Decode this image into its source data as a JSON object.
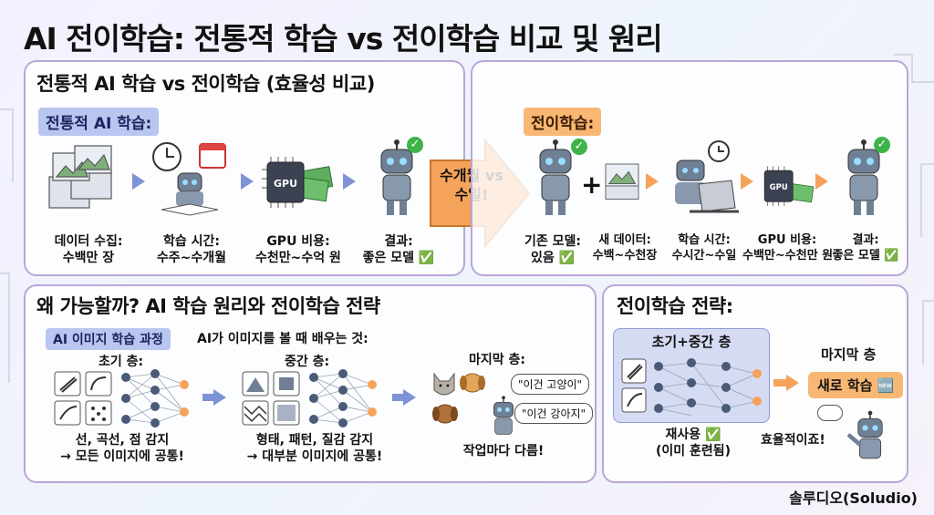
{
  "title": "AI 전이학습: 전통적 학습 vs 전이학습 비교 및 원리",
  "compare_panel": {
    "title": "전통적 AI 학습 vs 전이학습 (효율성 비교)",
    "traditional": {
      "tag": "전통적 AI 학습:",
      "steps": [
        {
          "label_line1": "데이터 수집:",
          "label_line2": "수백만 장",
          "icon": "image-stack-icon"
        },
        {
          "label_line1": "학습 시간:",
          "label_line2": "수주~수개월",
          "icon": "robot-studying-icon"
        },
        {
          "label_line1": "GPU 비용:",
          "label_line2": "수천만~수억 원",
          "icon": "gpu-chip-icon"
        },
        {
          "label_line1": "결과:",
          "label_line2": "좋은 모델 ✅",
          "icon": "robot-icon"
        }
      ]
    },
    "big_arrow": "수개월 vs 수일!",
    "transfer": {
      "tag": "전이학습:",
      "steps": [
        {
          "label_line1": "기존 모델:",
          "label_line2": "있음 ✅",
          "icon": "robot-icon"
        },
        {
          "label_line1": "새 데이터:",
          "label_line2": "수백~수천장",
          "icon": "image-stack-icon"
        },
        {
          "label_line1": "학습 시간:",
          "label_line2": "수시간~수일",
          "icon": "robot-laptop-icon"
        },
        {
          "label_line1": "GPU 비용:",
          "label_line2": "수백만~수천만 원",
          "icon": "gpu-chip-icon"
        },
        {
          "label_line1": "결과:",
          "label_line2": "좋은 모델 ✅",
          "icon": "robot-icon"
        }
      ],
      "plus": "+",
      "gpu_text": "GPU"
    },
    "gpu_text": "GPU"
  },
  "principle_panel": {
    "title": "왜 가능할까? AI 학습 원리와 전이학습 전략",
    "tag": "AI 이미지 학습 과정",
    "subtitle": "AI가 이미지를 볼 때 배우는 것:",
    "early": {
      "heading": "초기 층:",
      "line1": "선, 곡선, 점 감지",
      "line2": "→ 모든 이미지에 공통!"
    },
    "middle": {
      "heading": "중간 층:",
      "line1": "형태, 패턴, 질감 감지",
      "line2": "→ 대부분 이미지에 공통!"
    },
    "last": {
      "heading": "마지막 층:",
      "bubble1": "\"이건 고양이\"",
      "bubble2": "\"이건 강아지\"",
      "caption": "작업마다 다름!"
    }
  },
  "strategy_panel": {
    "title": "전이학습 전략:",
    "box_label": "초기+중간 층",
    "reuse_line1": "재사용 ✅",
    "reuse_line2": "(이미 훈련됨)",
    "last_layer": "마지막 층",
    "new_learning": "새로 학습 🆕",
    "efficient": "효율적이죠!"
  },
  "footer": "솔루디오(Soludio)",
  "colors": {
    "blue": "#7e93d6",
    "orange": "#f5a35a",
    "border": "#b9a6d8",
    "green": "#3db34a"
  }
}
